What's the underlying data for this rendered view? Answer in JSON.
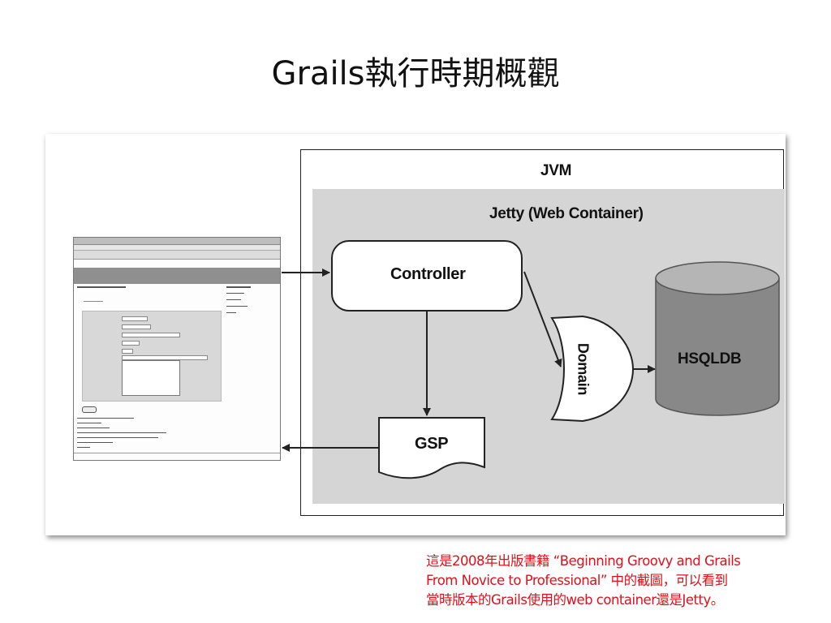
{
  "slide": {
    "title": "Grails執行時期概觀"
  },
  "diagram": {
    "jvm_label": "JVM",
    "jetty_label": "Jetty (Web Container)",
    "controller_label": "Controller",
    "domain_label": "Domain",
    "gsp_label": "GSP",
    "hsqldb_label": "HSQLDB"
  },
  "caption": {
    "line1": "這是2008年出版書籍 “Beginning Groovy and Grails",
    "line2": "From Novice to Professional” 中的截圖，可以看到",
    "line3": "當時版本的Grails使用的web container還是Jetty。"
  },
  "colors": {
    "caption": "#e0101a",
    "jetty_background": "#d5d5d5",
    "database": "#888888"
  }
}
